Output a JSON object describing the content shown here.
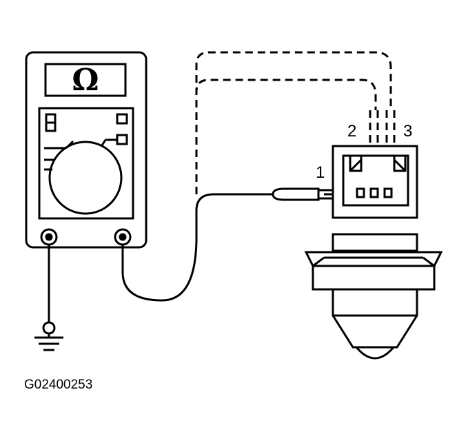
{
  "meter": {
    "display_symbol": "Ω"
  },
  "connector": {
    "pins": [
      "1",
      "2",
      "3"
    ]
  },
  "figure_code": "G02400253",
  "colors": {
    "line": "#000000",
    "background": "#ffffff"
  }
}
